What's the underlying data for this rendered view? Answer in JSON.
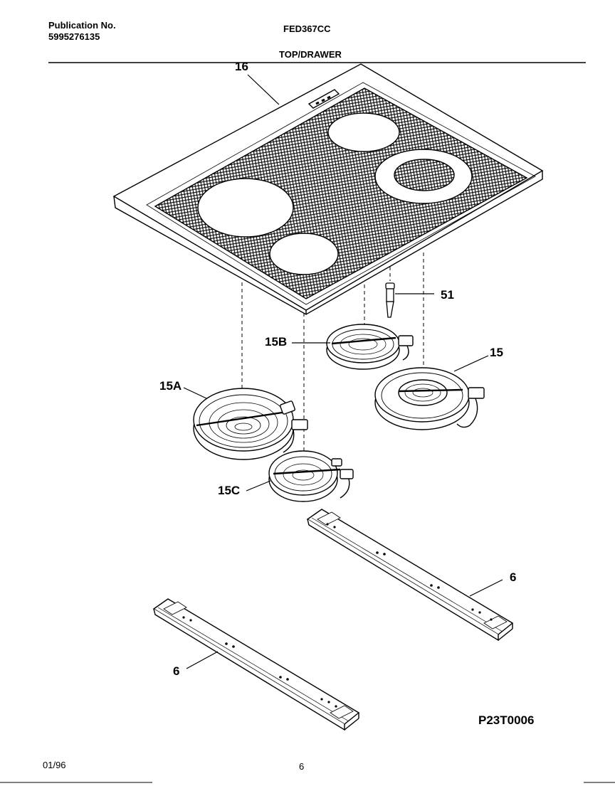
{
  "header": {
    "pub_label": "Publication No.",
    "pub_number": "5995276135",
    "model": "FED367CC",
    "section": "TOP/DRAWER"
  },
  "callouts": {
    "top": "16",
    "sensor": "51",
    "element_15b": "15B",
    "element_15": "15",
    "element_15a": "15A",
    "element_15c": "15C",
    "bracket_right": "6",
    "bracket_left": "6"
  },
  "footer": {
    "date": "01/96",
    "page": "6",
    "drawing_code": "P23T0006"
  }
}
